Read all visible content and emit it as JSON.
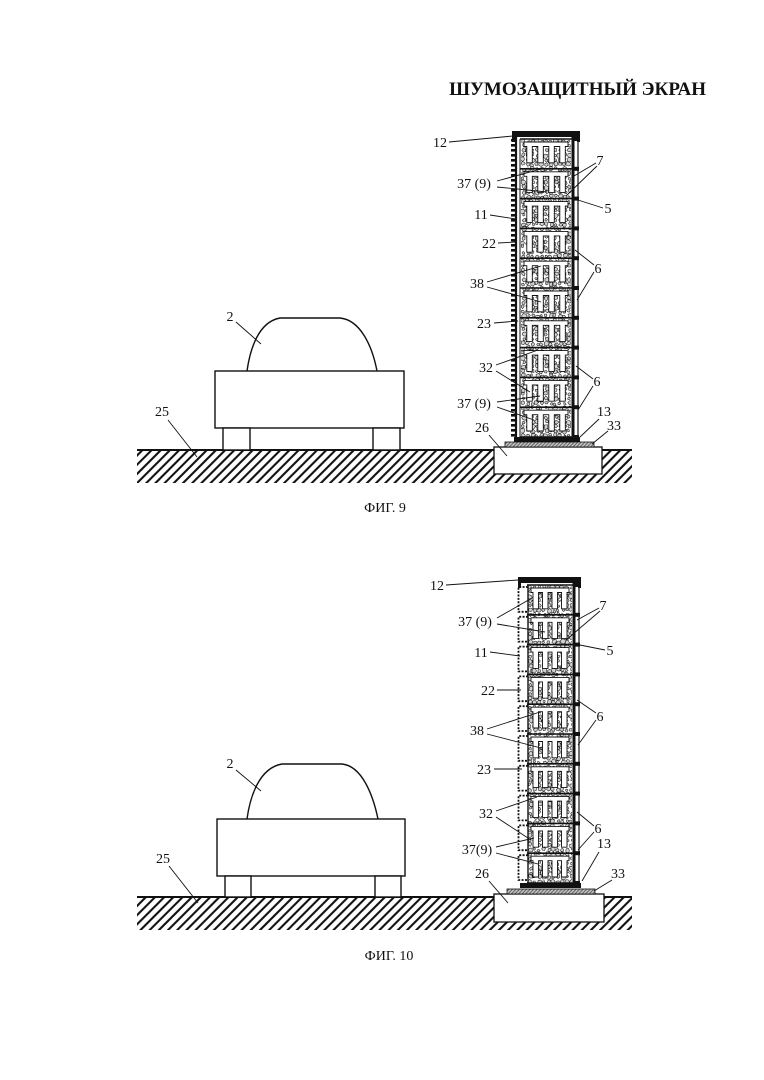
{
  "document": {
    "title": "ШУМОЗАЩИТНЫЙ ЭКРАН"
  },
  "figures": [
    {
      "caption": "ФИГ. 9",
      "labels": [
        "12",
        "37 (9)",
        "11",
        "22",
        "38",
        "23",
        "32",
        "37 (9)",
        "26",
        "7",
        "5",
        "6",
        "6",
        "13",
        "33",
        "2",
        "25"
      ]
    },
    {
      "caption": "ФИГ. 10",
      "labels": [
        "12",
        "37 (9)",
        "11",
        "22",
        "38",
        "23",
        "32",
        "37(9)",
        "26",
        "7",
        "5",
        "6",
        "6",
        "13",
        "33",
        "2",
        "25"
      ]
    }
  ]
}
